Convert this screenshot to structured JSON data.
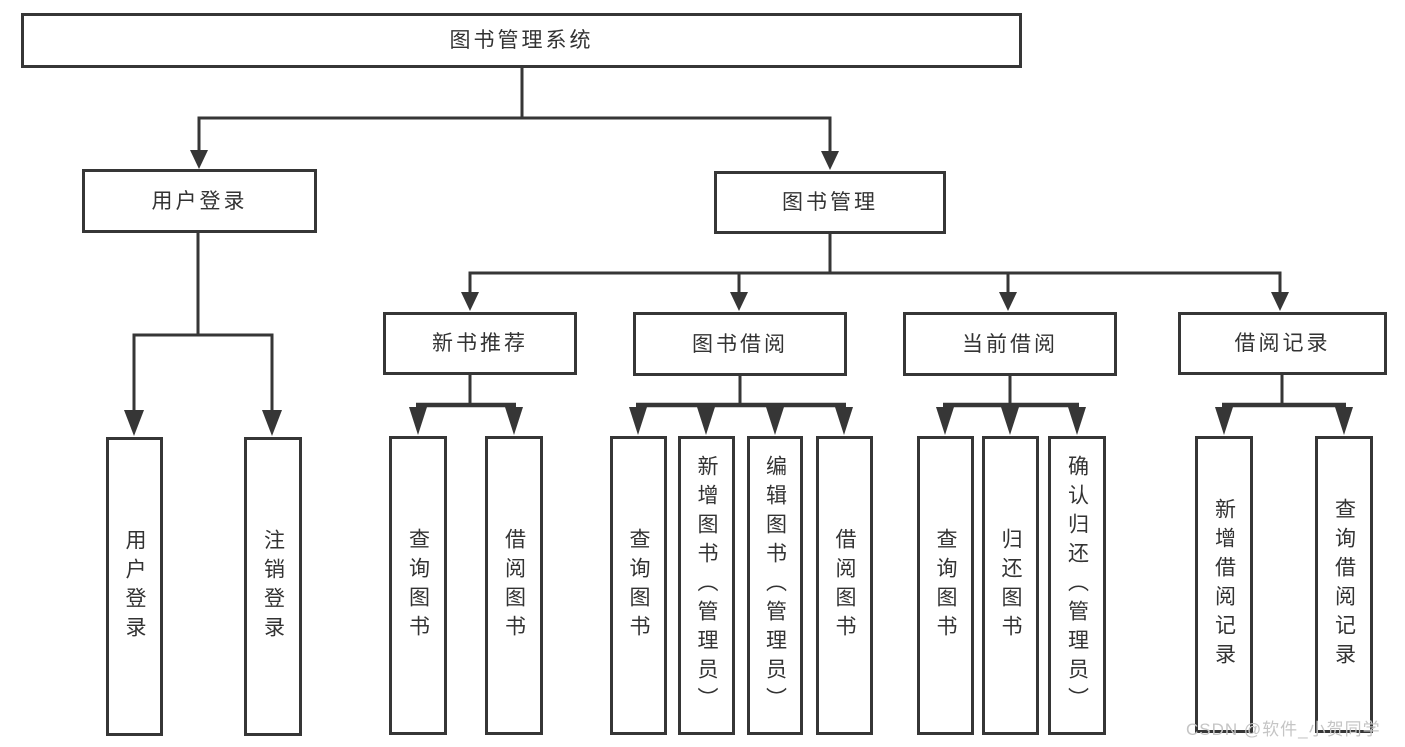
{
  "diagram": {
    "root": {
      "label": "图书管理系统"
    },
    "user_login": {
      "label": "用户登录",
      "children": [
        {
          "label": "用户登录"
        },
        {
          "label": "注销登录"
        }
      ]
    },
    "book_mgmt": {
      "label": "图书管理",
      "groups": [
        {
          "label": "新书推荐",
          "children": [
            {
              "label": "查询图书"
            },
            {
              "label": "借阅图书"
            }
          ]
        },
        {
          "label": "图书借阅",
          "children": [
            {
              "label": "查询图书"
            },
            {
              "label": "新增图书（管理员）"
            },
            {
              "label": "编辑图书（管理员）"
            },
            {
              "label": "借阅图书"
            }
          ]
        },
        {
          "label": "当前借阅",
          "children": [
            {
              "label": "查询图书"
            },
            {
              "label": "归还图书"
            },
            {
              "label": "确认归还（管理员）"
            }
          ]
        },
        {
          "label": "借阅记录",
          "children": [
            {
              "label": "新增借阅记录"
            },
            {
              "label": "查询借阅记录"
            }
          ]
        }
      ]
    },
    "watermark": "CSDN @软件_小贺同学",
    "colors": {
      "line": "#363636",
      "text": "#333333",
      "watermark": "#c5c5c5",
      "background": "#ffffff"
    }
  }
}
